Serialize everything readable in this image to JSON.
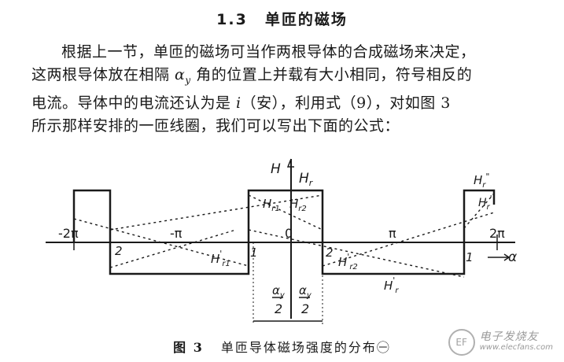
{
  "section": {
    "number": "1.3",
    "title": "单匝的磁场"
  },
  "paragraph": {
    "line1": "根据上一节，单匝的磁场可当作两根导体的合成磁场来决定，",
    "line2_a": "这两根导体放在相隔 ",
    "line2_sym": "α",
    "line2_sub": "y",
    "line2_b": " 角的位置上并载有大小相同，符号相反的",
    "line3_a": "电流。导体中的电流还认为是 ",
    "line3_var": "i",
    "line3_b": "（安），利用式（9），对如图 3",
    "line4": "所示那样安排的一匝线圈，我们可以写出下面的公式："
  },
  "figure": {
    "labels": {
      "H_axis": "H",
      "Hr": "H",
      "Hr_sub": "r",
      "Hr1": "H",
      "Hr1_sub": "r1",
      "Hr2": "H",
      "Hr2_sub": "r2",
      "Hr_double": "H",
      "Hr_double_sub": "r",
      "Hr_double_sup": "\"",
      "Hr_prime_right": "H",
      "Hr_prime_right_sub": "r",
      "Hr_prime_right_sup": "'",
      "Hr1_prime": "H",
      "Hr1_prime_sub": "r1",
      "Hr2_prime": "H",
      "Hr2_prime_sub": "r2",
      "Hr_prime_bottom": "H",
      "Hr_prime_bottom_sub": "r",
      "prime": "'",
      "neg_2pi": "-2π",
      "neg_pi": "-π",
      "zero": "0",
      "pi": "π",
      "two_pi": "2π",
      "alpha": "α",
      "mark_2_left": "2",
      "mark_1_left": "1",
      "mark_2_right": "2",
      "mark_1_right": "1",
      "frac_num": "α",
      "frac_num_sub": "y",
      "frac_den": "2"
    }
  },
  "caption": {
    "number": "图 3",
    "text": "单匝导体磁场强度的分布㊀"
  },
  "watermark": {
    "name": "电子发烧友",
    "url": "www.elecfans.com",
    "logo": "EF"
  }
}
